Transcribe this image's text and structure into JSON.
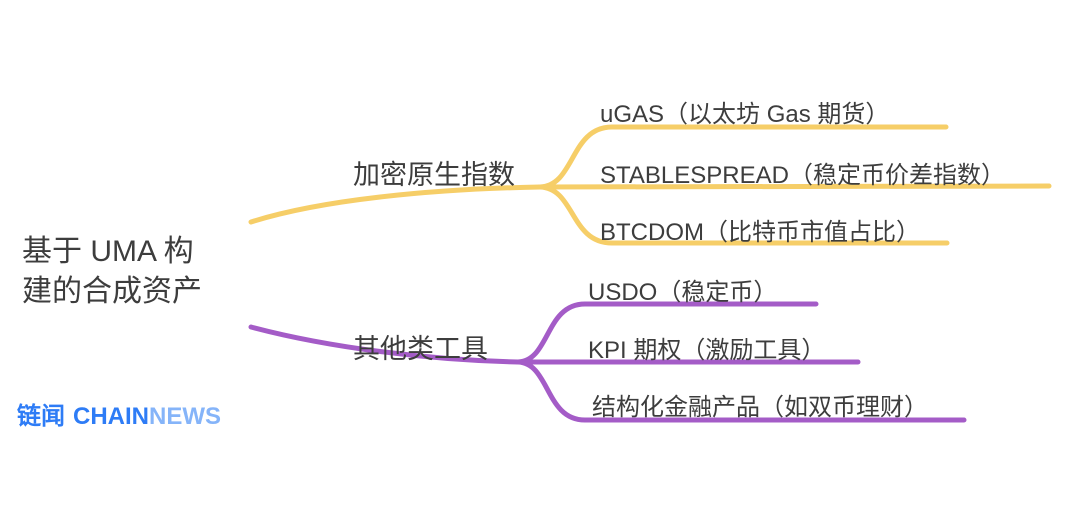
{
  "colors": {
    "branch_yellow": "#F6CE68",
    "branch_purple": "#A45CC7",
    "text": "#3D3D3D",
    "logo_blue": "#2E7CF6",
    "logo_blue_light": "#85B4F9"
  },
  "root": {
    "lines": [
      "基于 UMA 构",
      "建的合成资产"
    ]
  },
  "branches": [
    {
      "label": "加密原生指数",
      "color": "#F6CE68",
      "children": [
        "uGAS（以太坊 Gas 期货）",
        "STABLESPREAD（稳定币价差指数）",
        "BTCDOM（比特币市值占比）"
      ]
    },
    {
      "label": "其他类工具",
      "color": "#A45CC7",
      "children": [
        "USDO（稳定币）",
        "KPI 期权（激励工具）",
        "结构化金融产品（如双币理财）"
      ]
    }
  ],
  "logo": {
    "cn": "链闻",
    "brand_strong": "CHAIN",
    "brand_light": "NEWS"
  }
}
